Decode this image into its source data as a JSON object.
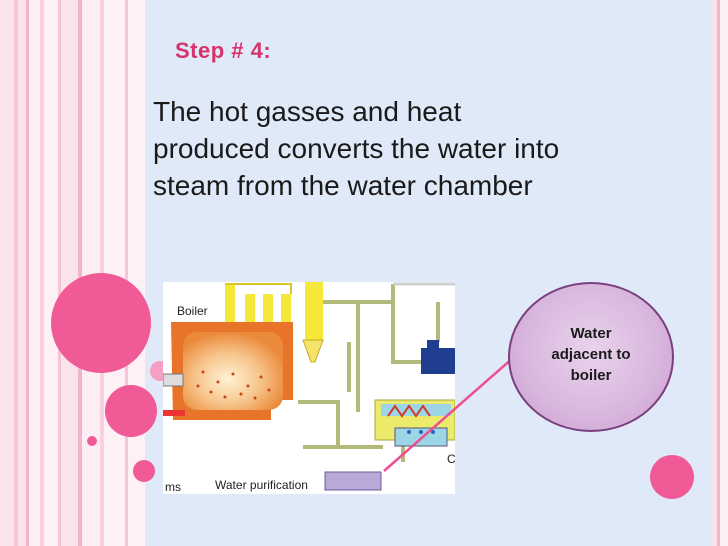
{
  "slide": {
    "title": "Step # 4:",
    "body_lines": [
      "The hot gasses and heat",
      "produced converts the water into",
      "steam from the water chamber"
    ]
  },
  "diagram": {
    "labels": {
      "boiler": "Boiler",
      "water_purification": "Water purification",
      "cut_left": "ms",
      "cut_right": "C"
    }
  },
  "callout": {
    "lines": [
      "Water",
      "adjacent to",
      "boiler"
    ]
  },
  "colors": {
    "title": "#d6336c",
    "panel": "#dfe9f8",
    "accent_dot": "#f05a96",
    "arrow": "#ee4f93",
    "callout_border": "#7a3f7f"
  }
}
